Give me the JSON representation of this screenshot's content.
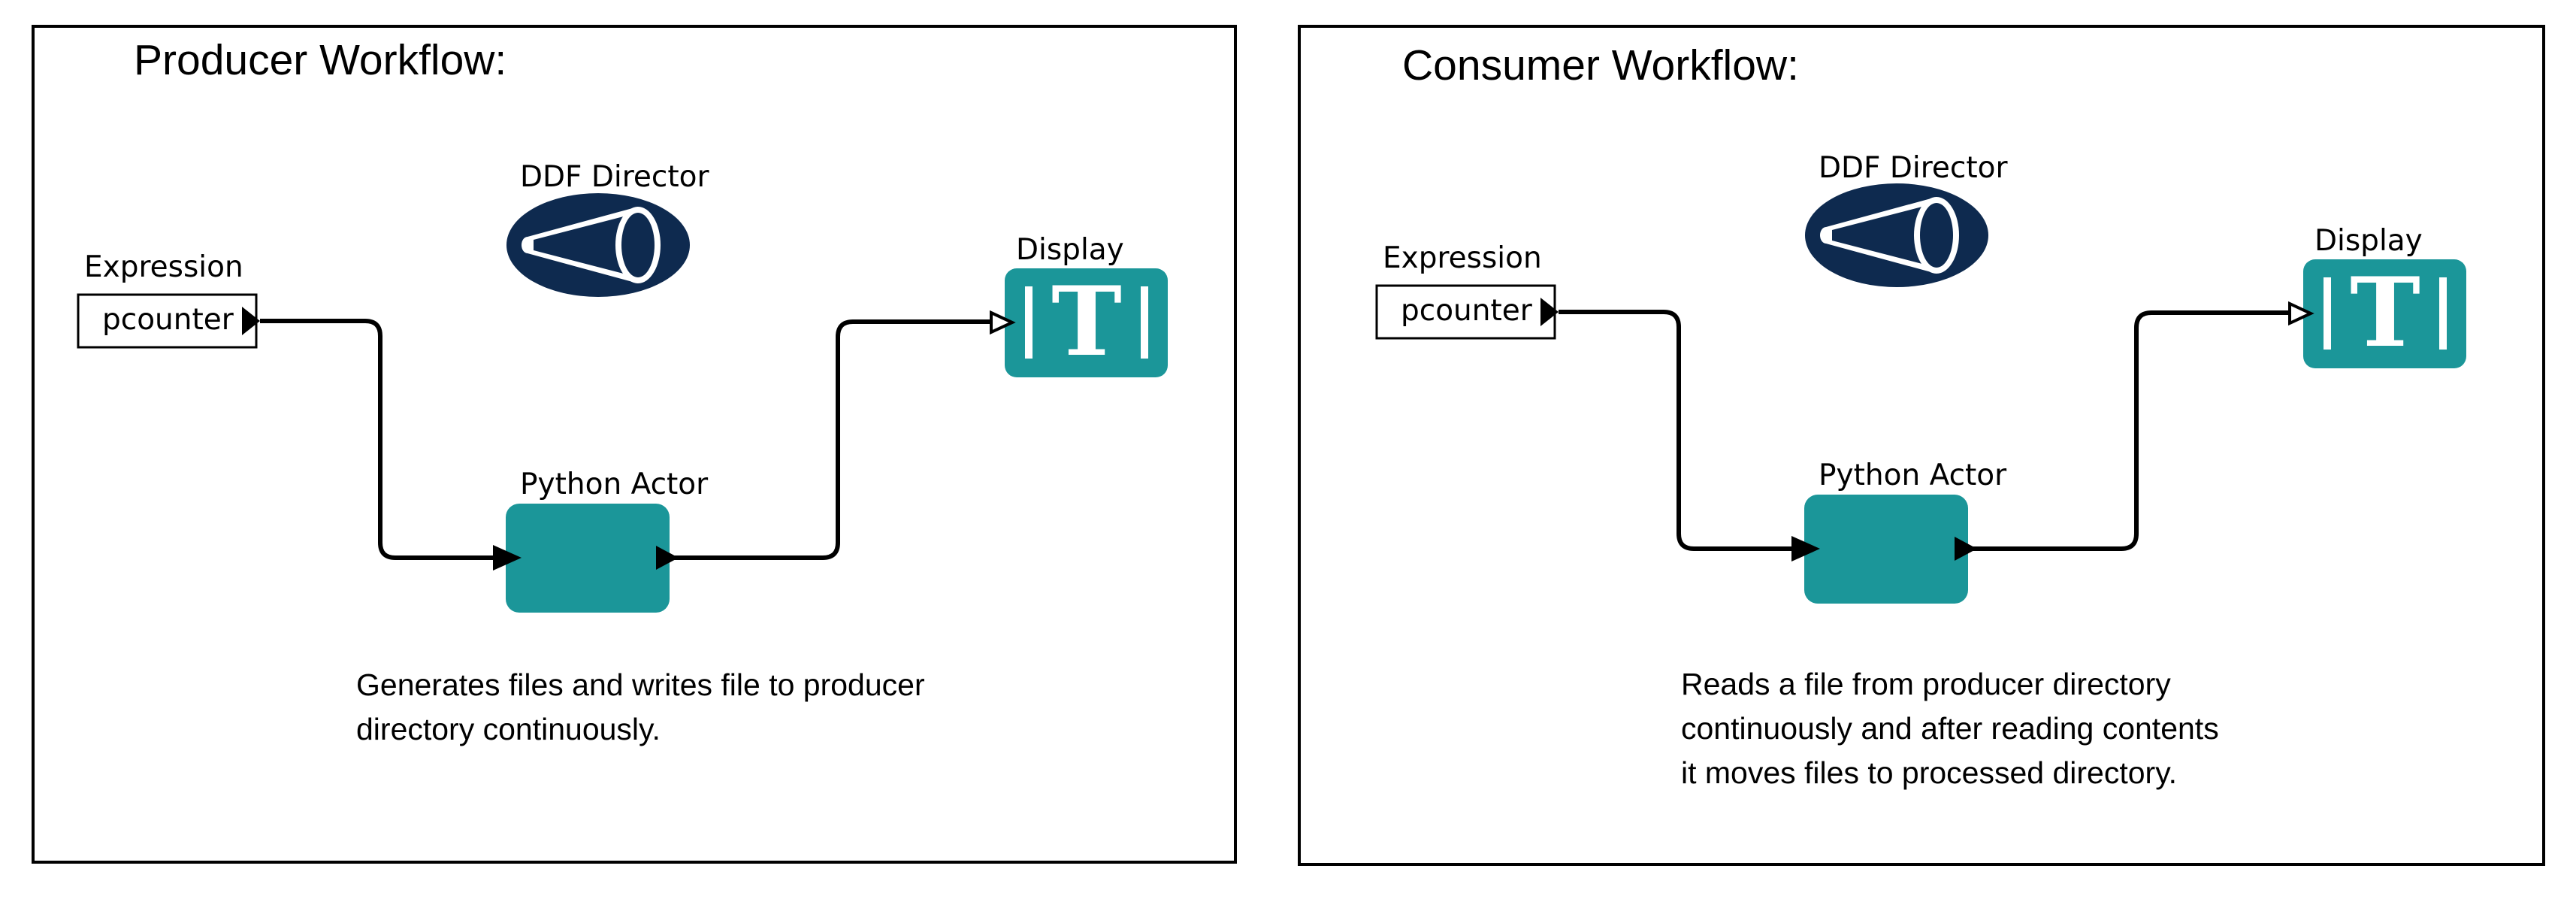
{
  "colors": {
    "actor_teal": "#1b9699",
    "director_navy": "#0e2a4f",
    "border": "#000000"
  },
  "panels": [
    {
      "title": "Producer Workflow:",
      "director_label": "DDF Director",
      "expression_label": "Expression",
      "expression_value": "pcounter",
      "display_label": "Display",
      "actor_label": "Python Actor",
      "description": [
        "Generates files and writes file to producer",
        "directory continuously."
      ]
    },
    {
      "title": "Consumer Workflow:",
      "director_label": "DDF Director",
      "expression_label": "Expression",
      "expression_value": "pcounter",
      "display_label": "Display",
      "actor_label": "Python Actor",
      "description": [
        "Reads a file from producer directory",
        "continuously and after reading contents",
        "it moves files to processed directory."
      ]
    }
  ]
}
